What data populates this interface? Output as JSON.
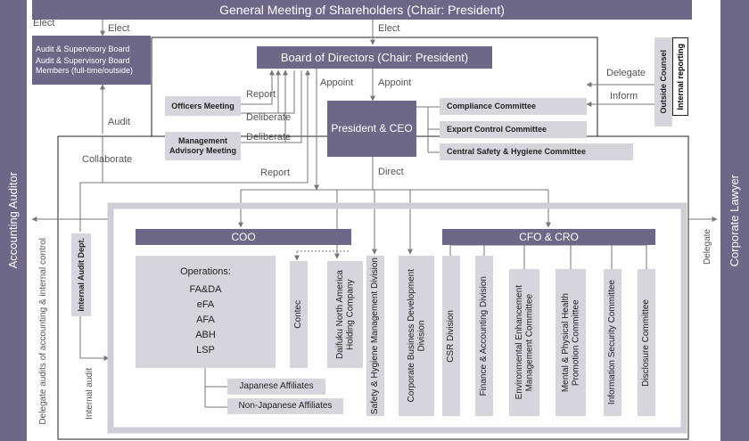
{
  "shareholders": "General Meeting of Shareholders (Chair: President)",
  "audit_board": {
    "line1": "Audit & Supervisory Board",
    "line2": "Audit & Supervisory Board",
    "line3": "Members (full-time/outside)"
  },
  "board": "Board of Directors (Chair: President)",
  "officers_meeting": "Officers Meeting",
  "mgmt_advisory": {
    "line1": "Management",
    "line2": "Advisory Meeting"
  },
  "president": "President & CEO",
  "committees": [
    "Compliance Committee",
    "Export Control Committee",
    "Central Safety & Hygiene Committee"
  ],
  "outside_counsel": "Outside Counsel",
  "internal_reporting": "Internal reporting",
  "accounting_auditor": "Accounting Auditor",
  "corporate_lawyer": "Corporate Lawyer",
  "internal_audit_dept": "Internal Audit Dept.",
  "coo": "COO",
  "cfo_cro": "CFO & CRO",
  "operations": {
    "title": "Operations:",
    "items": [
      "FA&DA",
      "eFA",
      "AFA",
      "ABH",
      "LSP"
    ]
  },
  "contec": "Contec",
  "daifuku_na": {
    "line1": "Daifuku North America",
    "line2": "Holding Company"
  },
  "safety_division": "Safety & Hygiene Management Division",
  "corp_biz_dev": {
    "line1": "Corporate Business Development",
    "line2": "Division"
  },
  "csr_division": "CSR Division",
  "finance_division": "Finance & Accounting Division",
  "env_committee": {
    "line1": "Environmental Enhancement",
    "line2": "Management Committee"
  },
  "health_committee": {
    "line1": "Mental & Physical Health",
    "line2": "Promotion Committee"
  },
  "infosec_committee": "Information Security Committee",
  "disclosure_committee": "Disclosure Committee",
  "japanese_affiliates": "Japanese Affiliates",
  "non_japanese_affiliates": "Non-Japanese Affiliates",
  "labels": {
    "elect": "Elect",
    "audit": "Audit",
    "appoint": "Appoint",
    "report": "Report",
    "deliberate": "Deliberate",
    "collaborate": "Collaborate",
    "direct": "Direct",
    "delegate": "Delegate",
    "inform": "Inform",
    "delegate_audits": "Delegate audits of accounting & internal control",
    "internal_audit": "Internal audit"
  },
  "colors": {
    "header": "#6e6788",
    "sub": "#d6d5de",
    "frame": "#cfced6",
    "line": "#777777"
  }
}
